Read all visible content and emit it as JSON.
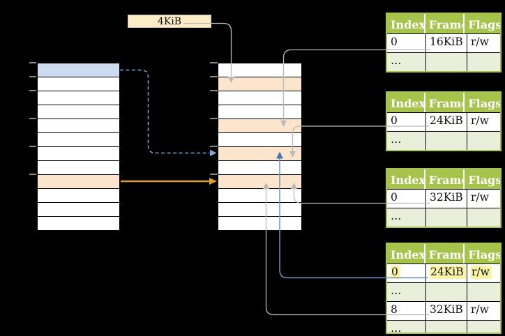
{
  "page_size_label": "4KiB",
  "left_memory": {
    "rows": [
      "blue",
      "white",
      "white",
      "white",
      "white",
      "white",
      "white",
      "white",
      "orange",
      "white",
      "white",
      "white"
    ]
  },
  "middle_memory": {
    "rows": [
      "white",
      "orange",
      "white",
      "white",
      "orange",
      "white",
      "orange",
      "white",
      "orange",
      "white",
      "white",
      "white"
    ]
  },
  "page_tables": [
    {
      "headers": [
        "Index",
        "Frame",
        "Flags"
      ],
      "rows": [
        {
          "cells": [
            "0",
            "16KiB",
            "r/w"
          ],
          "shade": "white",
          "highlight": false
        },
        {
          "cells": [
            "…",
            "",
            ""
          ],
          "shade": "green",
          "highlight": false
        }
      ]
    },
    {
      "headers": [
        "Index",
        "Frame",
        "Flags"
      ],
      "rows": [
        {
          "cells": [
            "0",
            "24KiB",
            "r/w"
          ],
          "shade": "white",
          "highlight": false
        },
        {
          "cells": [
            "…",
            "",
            ""
          ],
          "shade": "green",
          "highlight": false
        }
      ]
    },
    {
      "headers": [
        "Index",
        "Frame",
        "Flags"
      ],
      "rows": [
        {
          "cells": [
            "0",
            "32KiB",
            "r/w"
          ],
          "shade": "white",
          "highlight": false
        },
        {
          "cells": [
            "…",
            "",
            ""
          ],
          "shade": "green",
          "highlight": false
        }
      ]
    },
    {
      "headers": [
        "Index",
        "Frame",
        "Flags"
      ],
      "rows": [
        {
          "cells": [
            "0",
            "24KiB",
            "r/w"
          ],
          "shade": "white",
          "highlight": true
        },
        {
          "cells": [
            "…",
            "",
            ""
          ],
          "shade": "green",
          "highlight": false
        },
        {
          "cells": [
            "8",
            "32KiB",
            "r/w"
          ],
          "shade": "white",
          "highlight": false
        },
        {
          "cells": [
            "…",
            "",
            ""
          ],
          "shade": "green",
          "highlight": false,
          "clipped": true
        }
      ]
    }
  ],
  "colors": {
    "row_white": "#ffffff",
    "row_blue": "#ccdbf0",
    "row_orange": "#fce4cd",
    "label_box_fill": "#fcedc6",
    "header_green": "#a6c34c",
    "row_light_green": "#e9efdb",
    "highlight_yellow": "#fcf3a4",
    "connector_gray": "#b9b9b9",
    "arrow_orange": "#d9a126",
    "arrow_blue_line": "#6e92bd",
    "arrow_blue_head": "#4a77ab",
    "arrow_dashed_blue": "#84a6d6",
    "tick_gray": "#8a8a8a"
  }
}
